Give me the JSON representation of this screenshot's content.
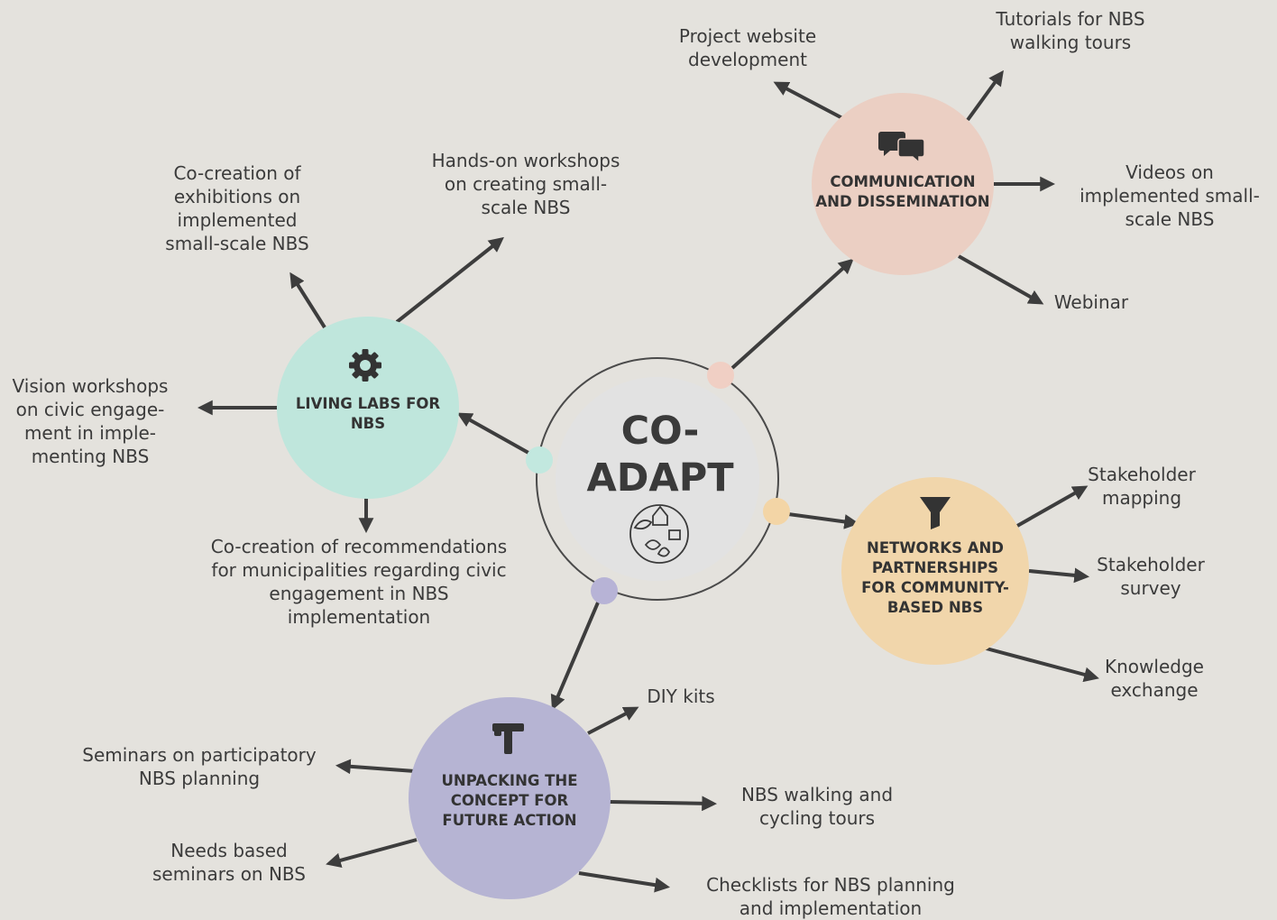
{
  "center": {
    "title": "CO-\nADAPT",
    "icon": "nature-cycle-icon",
    "dot_colors": [
      "#f0cfc4",
      "#c2e8df",
      "#f3d5a6",
      "#b7b3d6"
    ]
  },
  "hubs": {
    "communication": {
      "title": "COMMUNICATION\nAND DISSEMINATION",
      "icon": "chat-bubbles-icon",
      "color": "#ebcfc3"
    },
    "living_labs": {
      "title": "LIVING LABS FOR\nNBS",
      "icon": "gear-icon",
      "color": "#bfe6dc"
    },
    "networks": {
      "title": "NETWORKS AND\nPARTNERSHIPS\nFOR COMMUNITY-\nBASED NBS",
      "icon": "funnel-icon",
      "color": "#f1d6ab"
    },
    "unpacking": {
      "title": "UNPACKING THE\nCONCEPT FOR\nFUTURE ACTION",
      "icon": "tools-icon",
      "color": "#b6b4d3"
    }
  },
  "labels": {
    "project_website": "Project website\ndevelopment",
    "tutorials": "Tutorials for NBS\nwalking tours",
    "videos": "Videos on\nimplemented small-\nscale NBS",
    "webinar": "Webinar",
    "cocreation_exhibitions": "Co-creation of\nexhibitions on\nimplemented\nsmall-scale NBS",
    "handson_workshops": "Hands-on workshops\non creating small-\nscale NBS",
    "vision_workshops": "Vision workshops\non civic engage-\nment in imple-\nmenting NBS",
    "cocreation_recommendations": "Co-creation of recommendations\nfor municipalities regarding civic\nengagement in NBS\nimplementation",
    "stakeholder_mapping": "Stakeholder\nmapping",
    "stakeholder_survey": "Stakeholder\nsurvey",
    "knowledge_exchange": "Knowledge\nexchange",
    "diy_kits": "DIY kits",
    "seminars_participatory": "Seminars on participatory\nNBS planning",
    "needs_seminars": "Needs based\nseminars on NBS",
    "walking_cycling": "NBS walking and\ncycling tours",
    "checklists": "Checklists for NBS planning\nand implementation"
  },
  "colors": {
    "arrow": "#3d3d3d",
    "ring": "#4a4a4a",
    "center_fill": "#e2e2e2"
  }
}
